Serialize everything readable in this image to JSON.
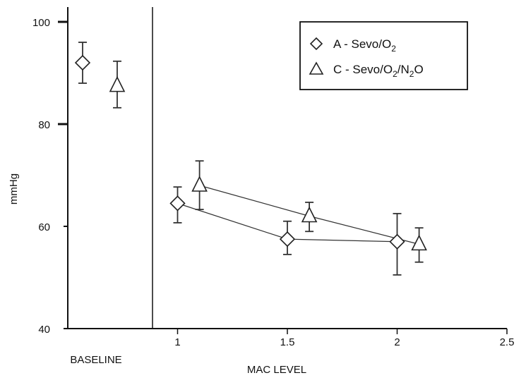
{
  "chart_data": {
    "type": "scatter",
    "ylabel": "mmHg",
    "xlabel": "MAC LEVEL",
    "baseline_label": "BASELINE",
    "ylim": [
      40,
      100
    ],
    "y_ticks": [
      "40",
      "60",
      "80",
      "100"
    ],
    "xlim": [
      0.5,
      2.5
    ],
    "x_ticks": [
      "1",
      "1.5",
      "2",
      "2.5"
    ],
    "legend_position": "top-right",
    "series": [
      {
        "name_prefix": "A - Sevo/O",
        "name_sub1": "2",
        "name_mid": "",
        "name_sub2": "",
        "name_suffix": "",
        "marker": "diamond",
        "baseline": {
          "y": 92,
          "err_low": 88,
          "err_high": 96
        },
        "points": [
          {
            "x": 1.0,
            "y": 64.5,
            "err_low": 60.7,
            "err_high": 67.7
          },
          {
            "x": 1.5,
            "y": 57.5,
            "err_low": 54.5,
            "err_high": 61.0
          },
          {
            "x": 2.0,
            "y": 57.0,
            "err_low": 50.5,
            "err_high": 62.5
          }
        ]
      },
      {
        "name_prefix": "C - Sevo/O",
        "name_sub1": "2",
        "name_mid": "/N",
        "name_sub2": "2",
        "name_suffix": "O",
        "marker": "triangle",
        "baseline": {
          "y": 87.5,
          "err_low": 83.2,
          "err_high": 92.3
        },
        "points": [
          {
            "x": 1.1,
            "y": 68.0,
            "err_low": 63.3,
            "err_high": 72.8
          },
          {
            "x": 1.6,
            "y": 62.0,
            "err_low": 59.0,
            "err_high": 64.7
          },
          {
            "x": 2.1,
            "y": 56.5,
            "err_low": 53.0,
            "err_high": 59.7
          }
        ]
      }
    ]
  }
}
